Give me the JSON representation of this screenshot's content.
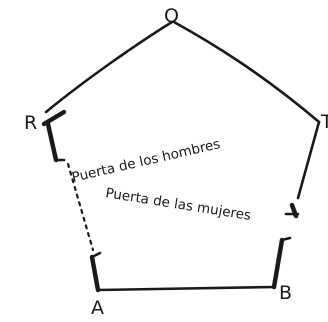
{
  "vertices": {
    "top": "O",
    "left": "R",
    "right": "T",
    "bottom_left": "A",
    "bottom_right": "B"
  },
  "doors": {
    "men": "Puerta de los hombres",
    "women": "Puerta de las mujeres"
  }
}
